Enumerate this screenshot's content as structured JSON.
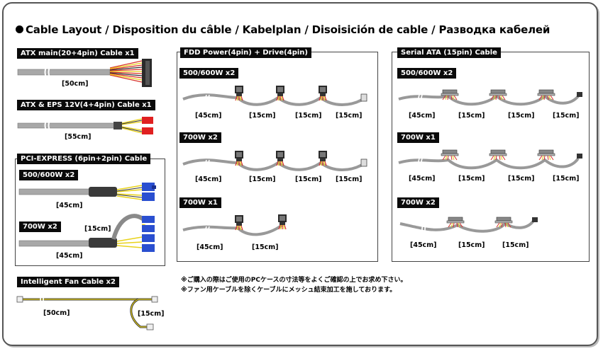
{
  "title": "Cable Layout / Disposition du câble / Kabelplan / Disoisición de cable / Разводка кабелей",
  "sections": {
    "atx": {
      "tag": "ATX main(20+4pin) Cable x1",
      "length": "[50cm]"
    },
    "eps": {
      "tag": "ATX & EPS 12V(4+4pin) Cable x1",
      "length": "[55cm]"
    },
    "pcie": {
      "tag": "PCI-EXPRESS (6pin+2pin) Cable",
      "variant1": {
        "tag": "500/600W  x2",
        "length": "[45cm]"
      },
      "variant2": {
        "tag": "700W x2",
        "length_main": "[45cm]",
        "length_ext": "[15cm]"
      }
    },
    "fan": {
      "tag": "Intelligent Fan Cable x2",
      "length_main": "[50cm]",
      "length_ext": "[15cm]"
    },
    "fdd": {
      "tag": "FDD Power(4pin) + Drive(4pin)",
      "rows": [
        {
          "tag": "500/600W x2",
          "lengths": [
            "[45cm]",
            "[15cm]",
            "[15cm]",
            "[15cm]"
          ]
        },
        {
          "tag": "700W x2",
          "lengths": [
            "[45cm]",
            "[15cm]",
            "[15cm]",
            "[15cm]"
          ]
        },
        {
          "tag": "700W x1",
          "lengths": [
            "[45cm]",
            "[15cm]"
          ]
        }
      ]
    },
    "sata": {
      "tag": "Serial ATA (15pin) Cable",
      "rows": [
        {
          "tag": "500/600W x2",
          "lengths": [
            "[45cm]",
            "[15cm]",
            "[15cm]",
            "[15cm]"
          ]
        },
        {
          "tag": "700W x1",
          "lengths": [
            "[45cm]",
            "[15cm]",
            "[15cm]",
            "[15cm]"
          ]
        },
        {
          "tag": "700W x2",
          "lengths": [
            "[45cm]",
            "[15cm]",
            "[15cm]"
          ]
        }
      ]
    }
  },
  "notes": [
    "※ご購入の際はご使用のPCケースの寸法等をよくご確認の上でお求め下さい。",
    "※ファン用ケーブルを除くケーブルにメッシュ結束加工を施しております。"
  ],
  "colors": {
    "cable": "#a8a8a8",
    "wire_yellow": "#e8d21a",
    "wire_red": "#d8332a",
    "connector_black": "#222222",
    "connector_blue": "#2a4fd0",
    "connector_red": "#e02020"
  }
}
